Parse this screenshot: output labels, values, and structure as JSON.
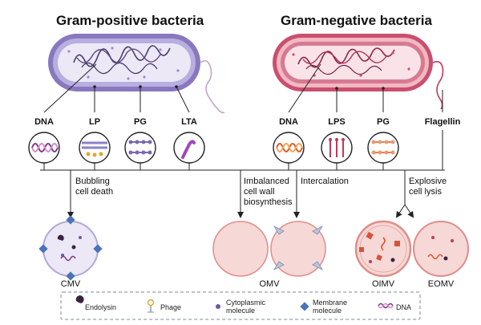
{
  "titles": {
    "gram_positive": "Gram-positive bacteria",
    "gram_negative": "Gram-negative bacteria"
  },
  "components": {
    "gp": [
      "DNA",
      "LP",
      "PG",
      "LTA"
    ],
    "gn": [
      "DNA",
      "LPS",
      "PG",
      "Flagellin"
    ]
  },
  "mechanisms": {
    "bubbling": [
      "Bubbling",
      "cell death"
    ],
    "imbalanced": [
      "Imbalanced",
      "cell wall",
      "biosynthesis"
    ],
    "intercalation": "Intercalation",
    "explosive": [
      "Explosive",
      "cell lysis"
    ]
  },
  "vesicles": [
    "CMV",
    "OMV",
    "OIMV",
    "EOMV"
  ],
  "legend": {
    "endolysin": "Endolysin",
    "phage": "Phage",
    "cytoplasmic": [
      "Cytoplasmic",
      "molecule"
    ],
    "membrane": [
      "Membrane",
      "molecule"
    ],
    "dna": "DNA"
  },
  "colors": {
    "gp_wall": "#7b68b3",
    "gp_fill": "#e6e1f3",
    "gn_wall": "#c0395a",
    "gn_fill": "#f7dfe4",
    "vesicle_fill": "#f6d8d6",
    "vesicle_stroke": "#e08d8a",
    "cmv_fill": "#ece8f6"
  }
}
